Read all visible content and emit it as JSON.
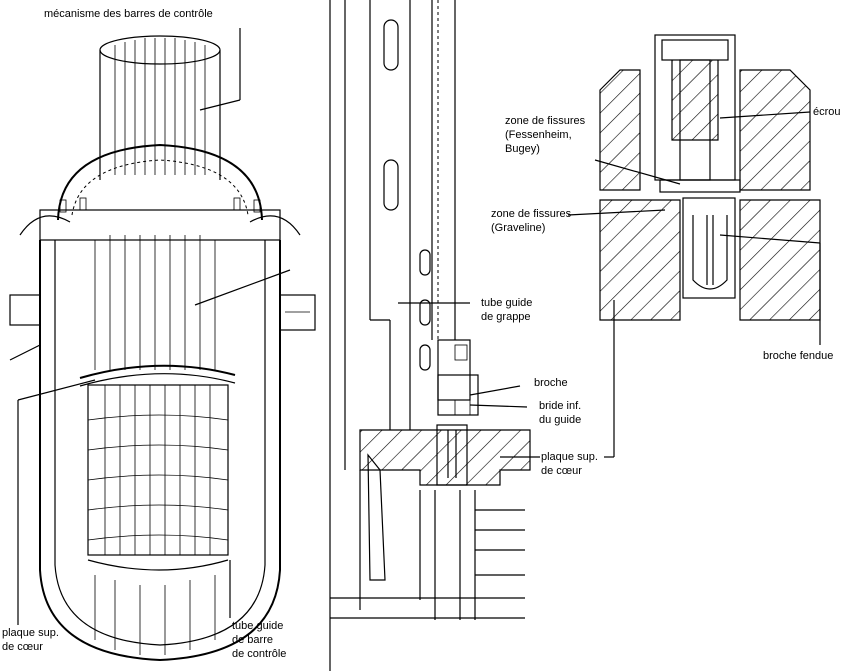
{
  "figure": {
    "title": "Mécanisme des barres de contrôle - tube guide et broches",
    "panels": [
      {
        "id": "reactor-vessel",
        "labels": {
          "mechanism": "mécanisme des barres de contrôle",
          "core_plate_line1": "plaque sup.",
          "core_plate_line2": "de cœur",
          "guide_tube_line1": "tube guide",
          "guide_tube_line2": "de barre",
          "guide_tube_line3": "de contrôle"
        }
      },
      {
        "id": "guide-tube-section",
        "labels": {
          "tube_line1": "tube guide",
          "tube_line2": "de grappe",
          "broche": "broche",
          "bride_line1": "bride inf.",
          "bride_line2": "du guide",
          "plaque_line1": "plaque sup.",
          "plaque_line2": "de cœur"
        }
      },
      {
        "id": "split-pin-detail",
        "labels": {
          "zone1_line1": "zone de fissures",
          "zone1_line2": "(Fessenheim,",
          "zone1_line3": "Bugey)",
          "zone2_line1": "zone de fissures",
          "zone2_line2": "(Graveline)",
          "ecrou": "écrou",
          "broche_fendue": "broche fendue"
        }
      }
    ]
  }
}
